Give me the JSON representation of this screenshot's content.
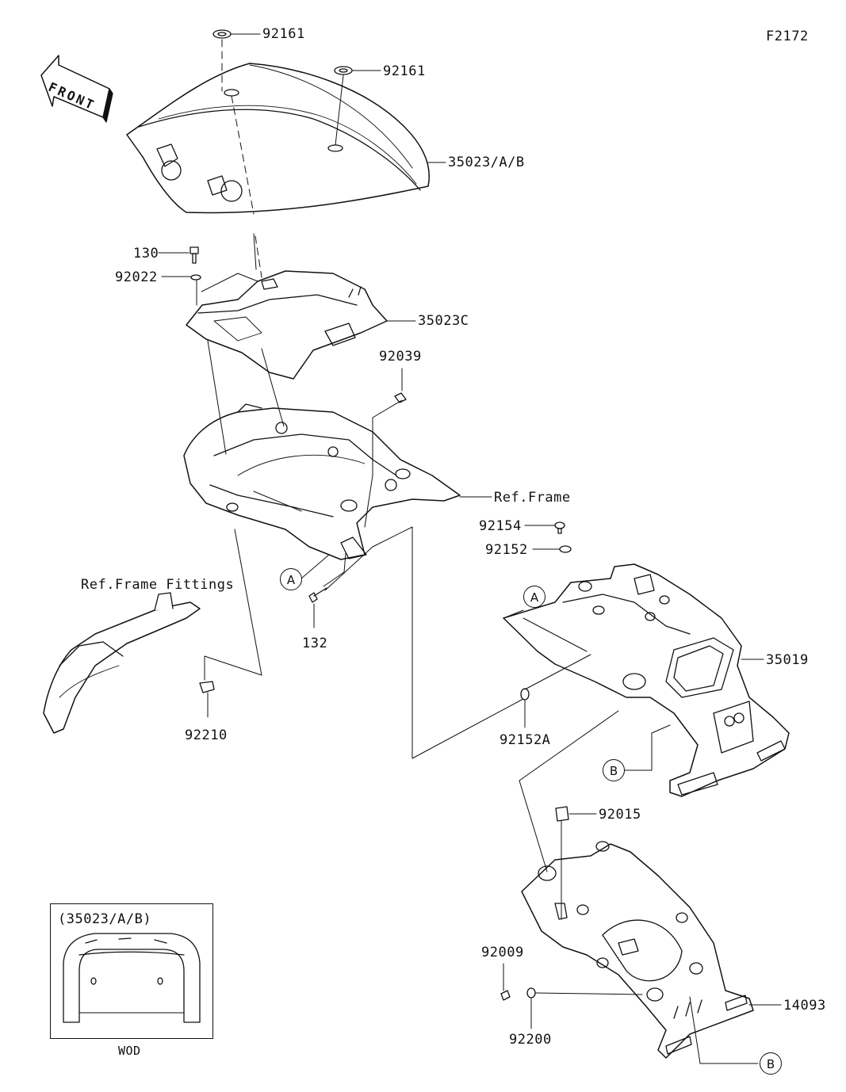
{
  "figure_code": "F2172",
  "front_label": "FRONT",
  "parts": {
    "p92161_a": "92161",
    "p92161_b": "92161",
    "p35023": "35023/A/B",
    "p130": "130",
    "p92022": "92022",
    "p35023c": "35023C",
    "p92039": "92039",
    "ref_frame": "Ref.Frame",
    "p92154": "92154",
    "p92152": "92152",
    "ref_frame_fittings": "Ref.Frame Fittings",
    "p132": "132",
    "p35019": "35019",
    "p92210": "92210",
    "p92152a": "92152A",
    "p92015": "92015",
    "p92009": "92009",
    "p14093": "14093",
    "p92200": "92200"
  },
  "callouts": {
    "a_left": "A",
    "a_right": "A",
    "b_upper": "B",
    "b_lower": "B"
  },
  "inset": {
    "title": "(35023/A/B)",
    "caption": "WOD"
  }
}
